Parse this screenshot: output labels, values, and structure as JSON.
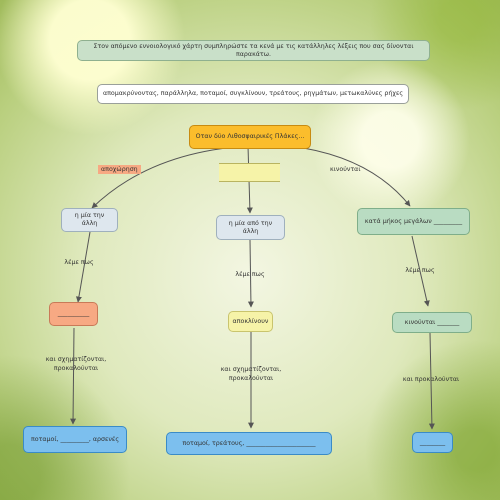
{
  "instruction": "Στον απόμενο εννοιολογικό χάρτη συμπληρώστε τα κενά με τις κατάλληλες λέξεις που σας δίνονται παρακάτω.",
  "word_bank": "απομακρύνοντας, παράλληλα, ποταμοί, συγκλίνουν, τρεάτους, ρηγμάτων, μετωκαλύνες ρήχες",
  "root": "Οταν δύο Λιθοσφαιρικές Πλάκες...",
  "edge_left": "αποχώρηση",
  "edge_middle": "______________",
  "edge_right": "κινούνται",
  "left": {
    "node1": "η μία την άλλη",
    "conn1": "λέμε πως",
    "node2": "__________",
    "conn2a": "και σχηματίζονται,",
    "conn2b": "προκαλούνται",
    "leaf": "ποταμοί, _________, αρσενές"
  },
  "middle": {
    "node1": "η μία από την άλλη",
    "conn1": "λέμε πως",
    "node2": "αποκλίνουν",
    "conn2a": "και σχηματίζονται,",
    "conn2b": "προκαλούνται",
    "leaf": "ποταμοί, τρεάτους, ______________________"
  },
  "right": {
    "node1": "κατά μήκος μεγάλων _________",
    "conn1": "λέμε πως",
    "node2": "κινούνται _______",
    "conn2": "και προκαλούνται",
    "leaf": "________"
  },
  "colors": {
    "instruction": "#c9e0c9",
    "root": "#fbbd2c",
    "salmon": "#f7a983",
    "yellow": "#f6f3a8",
    "green": "#b9dcc2",
    "blue": "#7cbfee",
    "gray": "#dee7ee"
  }
}
